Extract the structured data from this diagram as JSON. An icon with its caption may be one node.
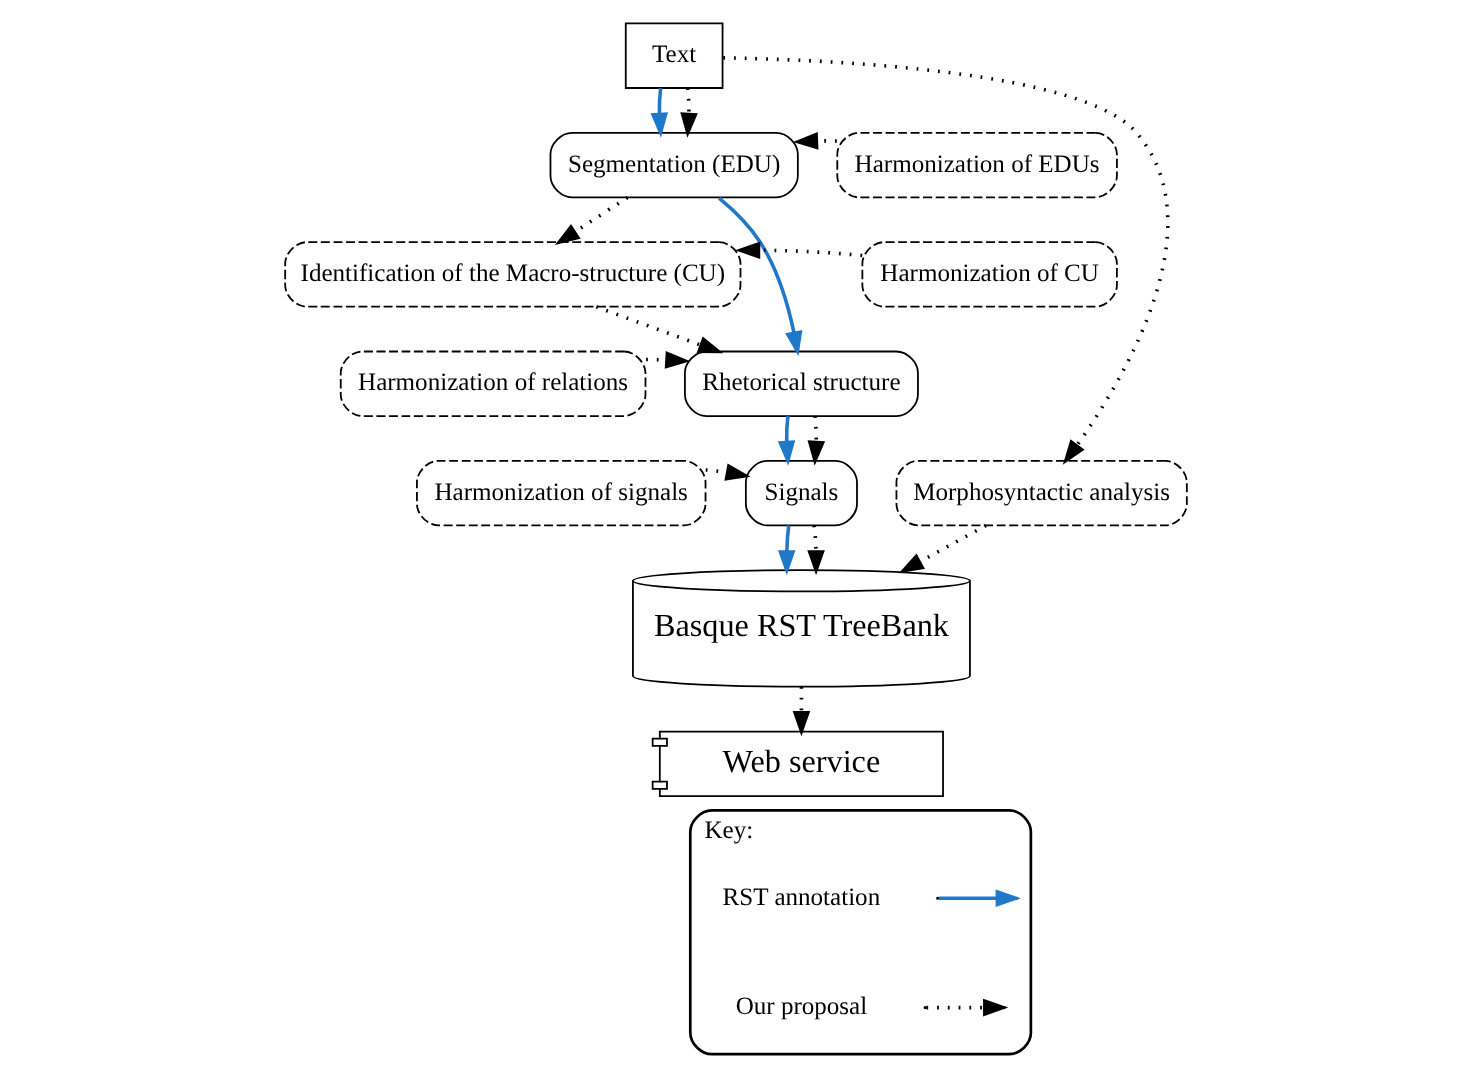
{
  "diagram": {
    "nodes": [
      {
        "text": [
          "Text"
        ]
      },
      {
        "text": [
          "Harmonization of EDUs"
        ]
      },
      {
        "text": [
          "Segmentation (EDU)"
        ]
      },
      {
        "text": [
          "Harmonization of CU"
        ]
      },
      {
        "text": [
          "Identification of the Macro-structure (CU)"
        ]
      },
      {
        "text": [
          "Harmonization of relations"
        ]
      },
      {
        "text": [
          "Rhetorical structure"
        ]
      },
      {
        "text": [
          "Harmonization of signals"
        ]
      },
      {
        "text": [
          "Signals"
        ]
      },
      {
        "text": [
          "Morphosyntactic analysis"
        ]
      },
      {
        "text": [
          "Basque RST TreeBank"
        ]
      },
      {
        "text": [
          "Web service"
        ]
      },
      {
        "text": [
          "Key:"
        ]
      }
    ],
    "edges": [
      {
        "from": 0,
        "to": 2,
        "arrow": "to",
        "color": "#1f78c8"
      },
      {
        "from": 0,
        "to": 2,
        "arrow": "to",
        "style": "dashed"
      },
      {
        "from": 1,
        "to": 2,
        "arrow": "to",
        "style": "dashed"
      },
      {
        "from": 2,
        "to": 4,
        "arrow": "to",
        "style": "dashed"
      },
      {
        "from": 3,
        "to": 4,
        "arrow": "to",
        "style": "dashed"
      },
      {
        "from": 2,
        "to": 6,
        "arrow": "to",
        "color": "#1f78c8"
      },
      {
        "from": 4,
        "to": 6,
        "arrow": "to",
        "style": "dashed"
      },
      {
        "from": 5,
        "to": 6,
        "arrow": "to",
        "style": "dashed"
      },
      {
        "from": 0,
        "to": 9,
        "arrow": "to",
        "style": "dashed"
      },
      {
        "from": 6,
        "to": 8,
        "arrow": "to",
        "color": "#1f78c8"
      },
      {
        "from": 6,
        "to": 8,
        "arrow": "to",
        "style": "dashed"
      },
      {
        "from": 7,
        "to": 8,
        "arrow": "to",
        "style": "dashed"
      },
      {
        "from": 8,
        "to": 10,
        "arrow": "to",
        "color": "#1f78c8"
      },
      {
        "from": 8,
        "to": 10,
        "arrow": "to",
        "style": "dashed"
      },
      {
        "from": 9,
        "to": 10,
        "arrow": "to",
        "style": "dashed"
      },
      {
        "from": 10,
        "to": 11,
        "arrow": "to",
        "style": "dashed"
      }
    ],
    "legend": [
      {
        "text": "RST annotation"
      },
      {
        "text": "Our proposal"
      }
    ]
  }
}
